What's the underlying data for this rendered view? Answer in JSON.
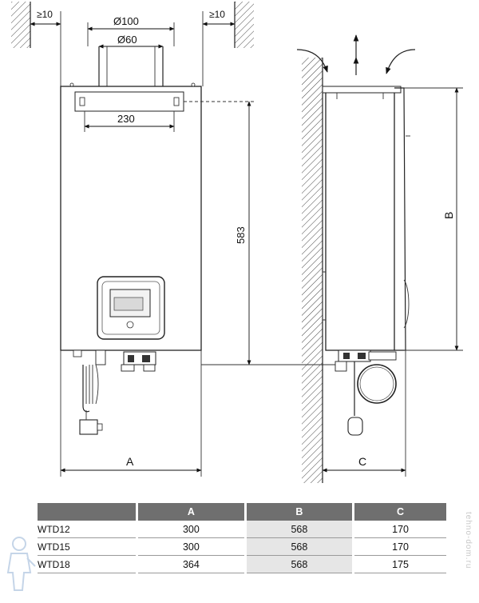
{
  "labels": {
    "clearance_left": "≥10",
    "clearance_right": "≥10",
    "diameter_outer": "Ø100",
    "diameter_inner": "Ø60",
    "width_230": "230",
    "height_583": "583",
    "dim_a": "A",
    "dim_b": "B",
    "dim_c": "C"
  },
  "table": {
    "headers": [
      "",
      "A",
      "B",
      "C"
    ],
    "rows": [
      {
        "model": "WTD12",
        "a": "300",
        "b": "568",
        "c": "170"
      },
      {
        "model": "WTD15",
        "a": "300",
        "b": "568",
        "c": "170"
      },
      {
        "model": "WTD18",
        "a": "364",
        "b": "568",
        "c": "175"
      }
    ]
  },
  "watermark": "tehno-dom.ru",
  "colors": {
    "header_bg": "#6f6f6f",
    "row_shade": "#e6e6e6",
    "line": "#222222"
  }
}
